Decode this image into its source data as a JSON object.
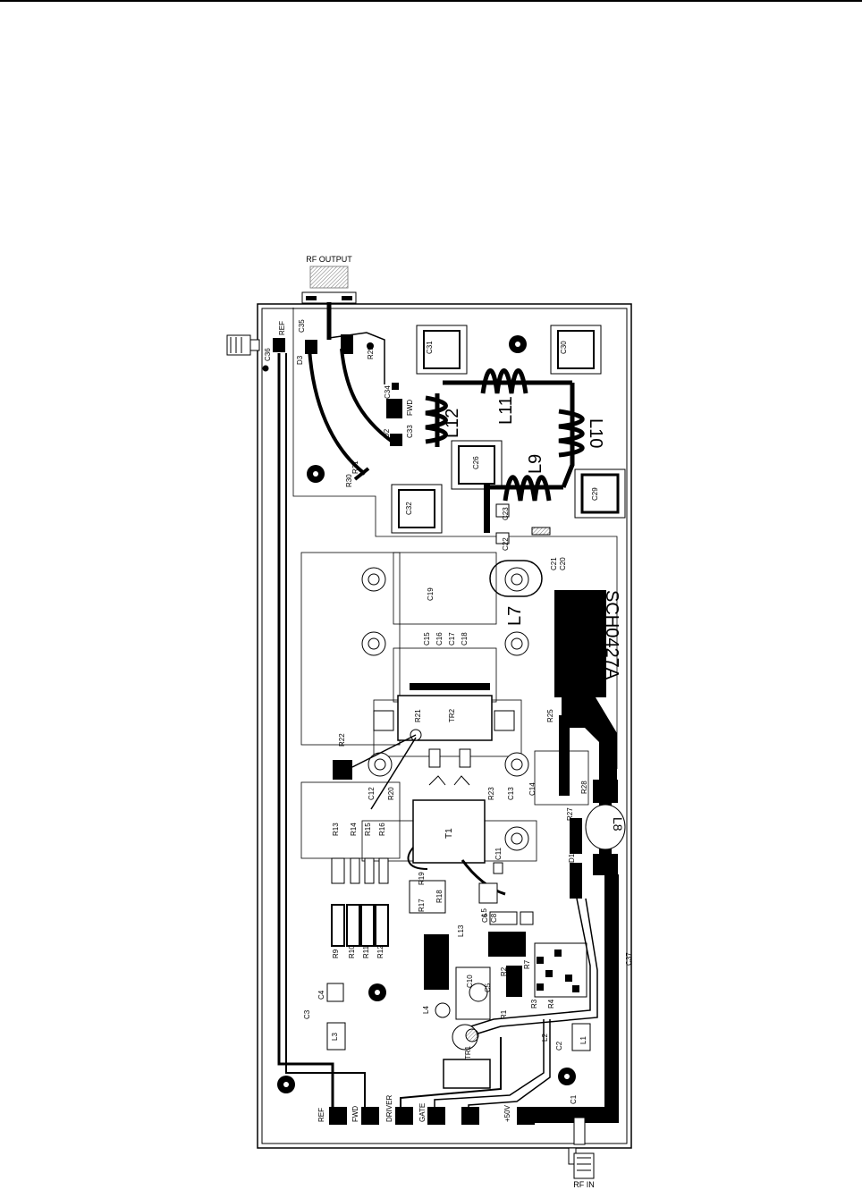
{
  "board": {
    "part_number": "SCH0427A",
    "rf_output_label": "RF OUTPUT",
    "rf_in_label": "RF IN"
  },
  "terminals": {
    "ref": "REF",
    "fwd": "FWD",
    "driver": "DRIVER",
    "gate": "GATE",
    "plus50v": "+50V"
  },
  "inductors": {
    "L7": "L7",
    "L8": "L8",
    "L9": "L9",
    "L10": "L10",
    "L11": "L11",
    "L12": "L12",
    "L1": "L1",
    "L2": "L2",
    "L3": "L3",
    "L4": "L4",
    "L5": "L5",
    "L13": "L13"
  },
  "transistors": {
    "TR1": "TR1",
    "TR2": "TR2",
    "T1": "T1"
  },
  "diodes": {
    "D1": "D1",
    "D2": "D2",
    "D3": "D3"
  },
  "detector": {
    "ref": "REF",
    "fwd": "FWD"
  },
  "capacitors": {
    "C1": "C1",
    "C2": "C2",
    "C3": "C3",
    "C4": "C4",
    "C5": "C5",
    "C6": "C6",
    "C8": "C8",
    "C10": "C10",
    "C11": "C11",
    "C12": "C12",
    "C13": "C13",
    "C14": "C14",
    "C15": "C15",
    "C16": "C16",
    "C17": "C17",
    "C18": "C18",
    "C19": "C19",
    "C20": "C20",
    "C21": "C21",
    "C22": "C22",
    "C23": "C23",
    "C26": "C26",
    "C29": "C29",
    "C30": "C30",
    "C31": "C31",
    "C32": "C32",
    "C33": "C33",
    "C34": "C34",
    "C35": "C35",
    "C36": "C36",
    "C37": "C37"
  },
  "resistors": {
    "R1": "R1",
    "R2": "R2",
    "R3": "R3",
    "R4": "R4",
    "R7": "R7",
    "R8": "R8",
    "R9": "R9",
    "R10": "R10",
    "R11": "R11",
    "R12": "R12",
    "R13": "R13",
    "R14": "R14",
    "R15": "R15",
    "R16": "R16",
    "R17": "R17",
    "R18": "R18",
    "R19": "R19",
    "R20": "R20",
    "R21": "R21",
    "R22": "R22",
    "R23": "R23",
    "R25": "R25",
    "R27": "R27",
    "R28": "R28",
    "R29": "R29",
    "R30": "R30",
    "R31": "R31"
  },
  "colors": {
    "ink": "#000000",
    "paper": "#ffffff",
    "hatch": "#9a9a9a"
  }
}
